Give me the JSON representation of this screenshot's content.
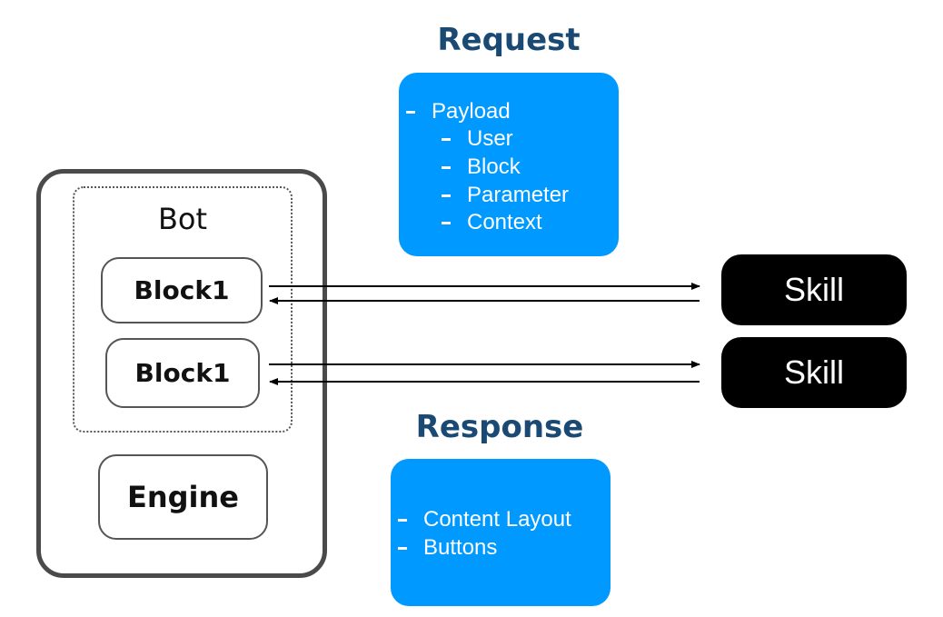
{
  "request": {
    "title": "Request",
    "items": [
      {
        "text": "Payload",
        "level": 0
      },
      {
        "text": "User",
        "level": 1
      },
      {
        "text": "Block",
        "level": 1
      },
      {
        "text": "Parameter",
        "level": 1
      },
      {
        "text": "Context",
        "level": 1
      }
    ]
  },
  "response": {
    "title": "Response",
    "items": [
      {
        "text": "Content Layout",
        "level": 0
      },
      {
        "text": "Buttons",
        "level": 0
      }
    ]
  },
  "bot": {
    "label": "Bot",
    "blocks": [
      "Block1",
      "Block1"
    ],
    "engine": "Engine"
  },
  "skills": [
    "Skill",
    "Skill"
  ],
  "colors": {
    "card": "#0099ff",
    "heading": "#1a4a73",
    "skill": "#000000",
    "frame": "#4a4a4a"
  }
}
